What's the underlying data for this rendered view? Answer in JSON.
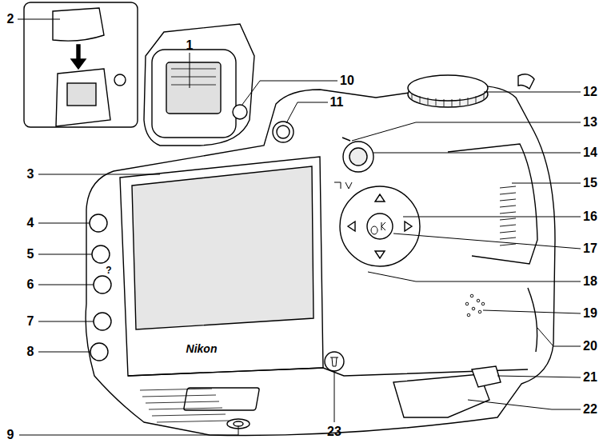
{
  "diagram": {
    "labels": [
      "1",
      "2",
      "3",
      "4",
      "5",
      "6",
      "7",
      "8",
      "9",
      "10",
      "11",
      "12",
      "13",
      "14",
      "15",
      "16",
      "17",
      "18",
      "19",
      "20",
      "21",
      "22",
      "23",
      "Nikon",
      "?"
    ]
  }
}
